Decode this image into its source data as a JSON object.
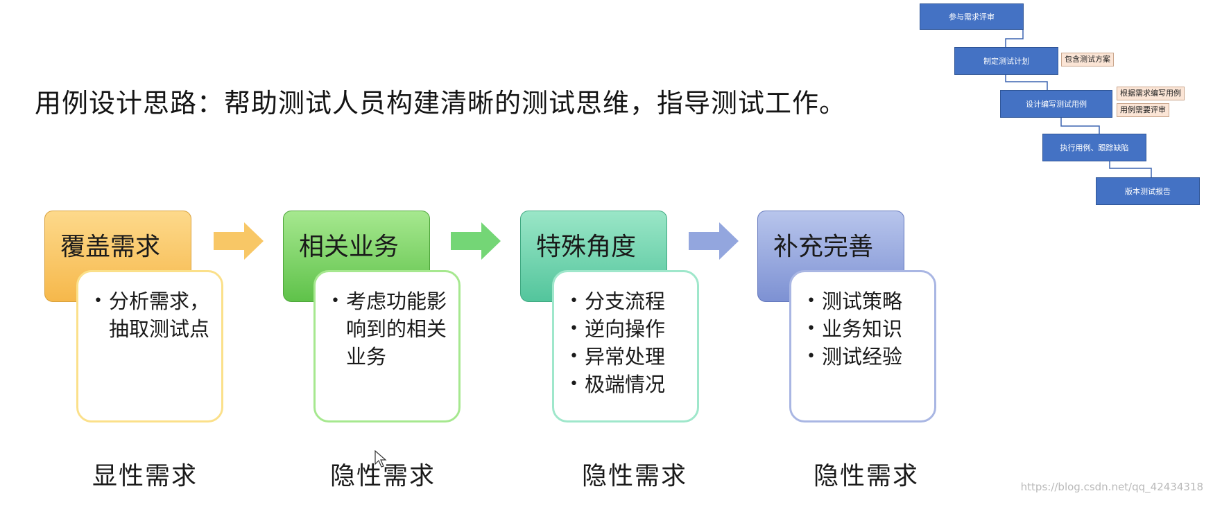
{
  "headline": "用例设计思路：帮助测试人员构建清晰的测试思维，指导测试工作。",
  "flow": {
    "steps": [
      "参与需求评审",
      "制定测试计划",
      "设计编写测试用例",
      "执行用例、跟踪缺陷",
      "版本测试报告"
    ],
    "notes": [
      "包含测试方案",
      "根据需求编写用例",
      "用例需要评审"
    ]
  },
  "blocks": [
    {
      "title": "覆盖需求",
      "items": [
        "分析需求，抽取测试点"
      ],
      "requirement": "显性需求",
      "color": "#f8c55c"
    },
    {
      "title": "相关业务",
      "items": [
        "考虑功能影响到的相关业务"
      ],
      "requirement": "隐性需求",
      "color": "#7ed36a"
    },
    {
      "title": "特殊角度",
      "items": [
        "分支流程",
        "逆向操作",
        "异常处理",
        "极端情况"
      ],
      "requirement": "隐性需求",
      "color": "#6fd3ad"
    },
    {
      "title": "补充完善",
      "items": [
        "测试策略",
        "业务知识",
        "测试经验"
      ],
      "requirement": "隐性需求",
      "color": "#8ea3d9"
    }
  ],
  "watermark": "https://blog.csdn.net/qq_42434318"
}
